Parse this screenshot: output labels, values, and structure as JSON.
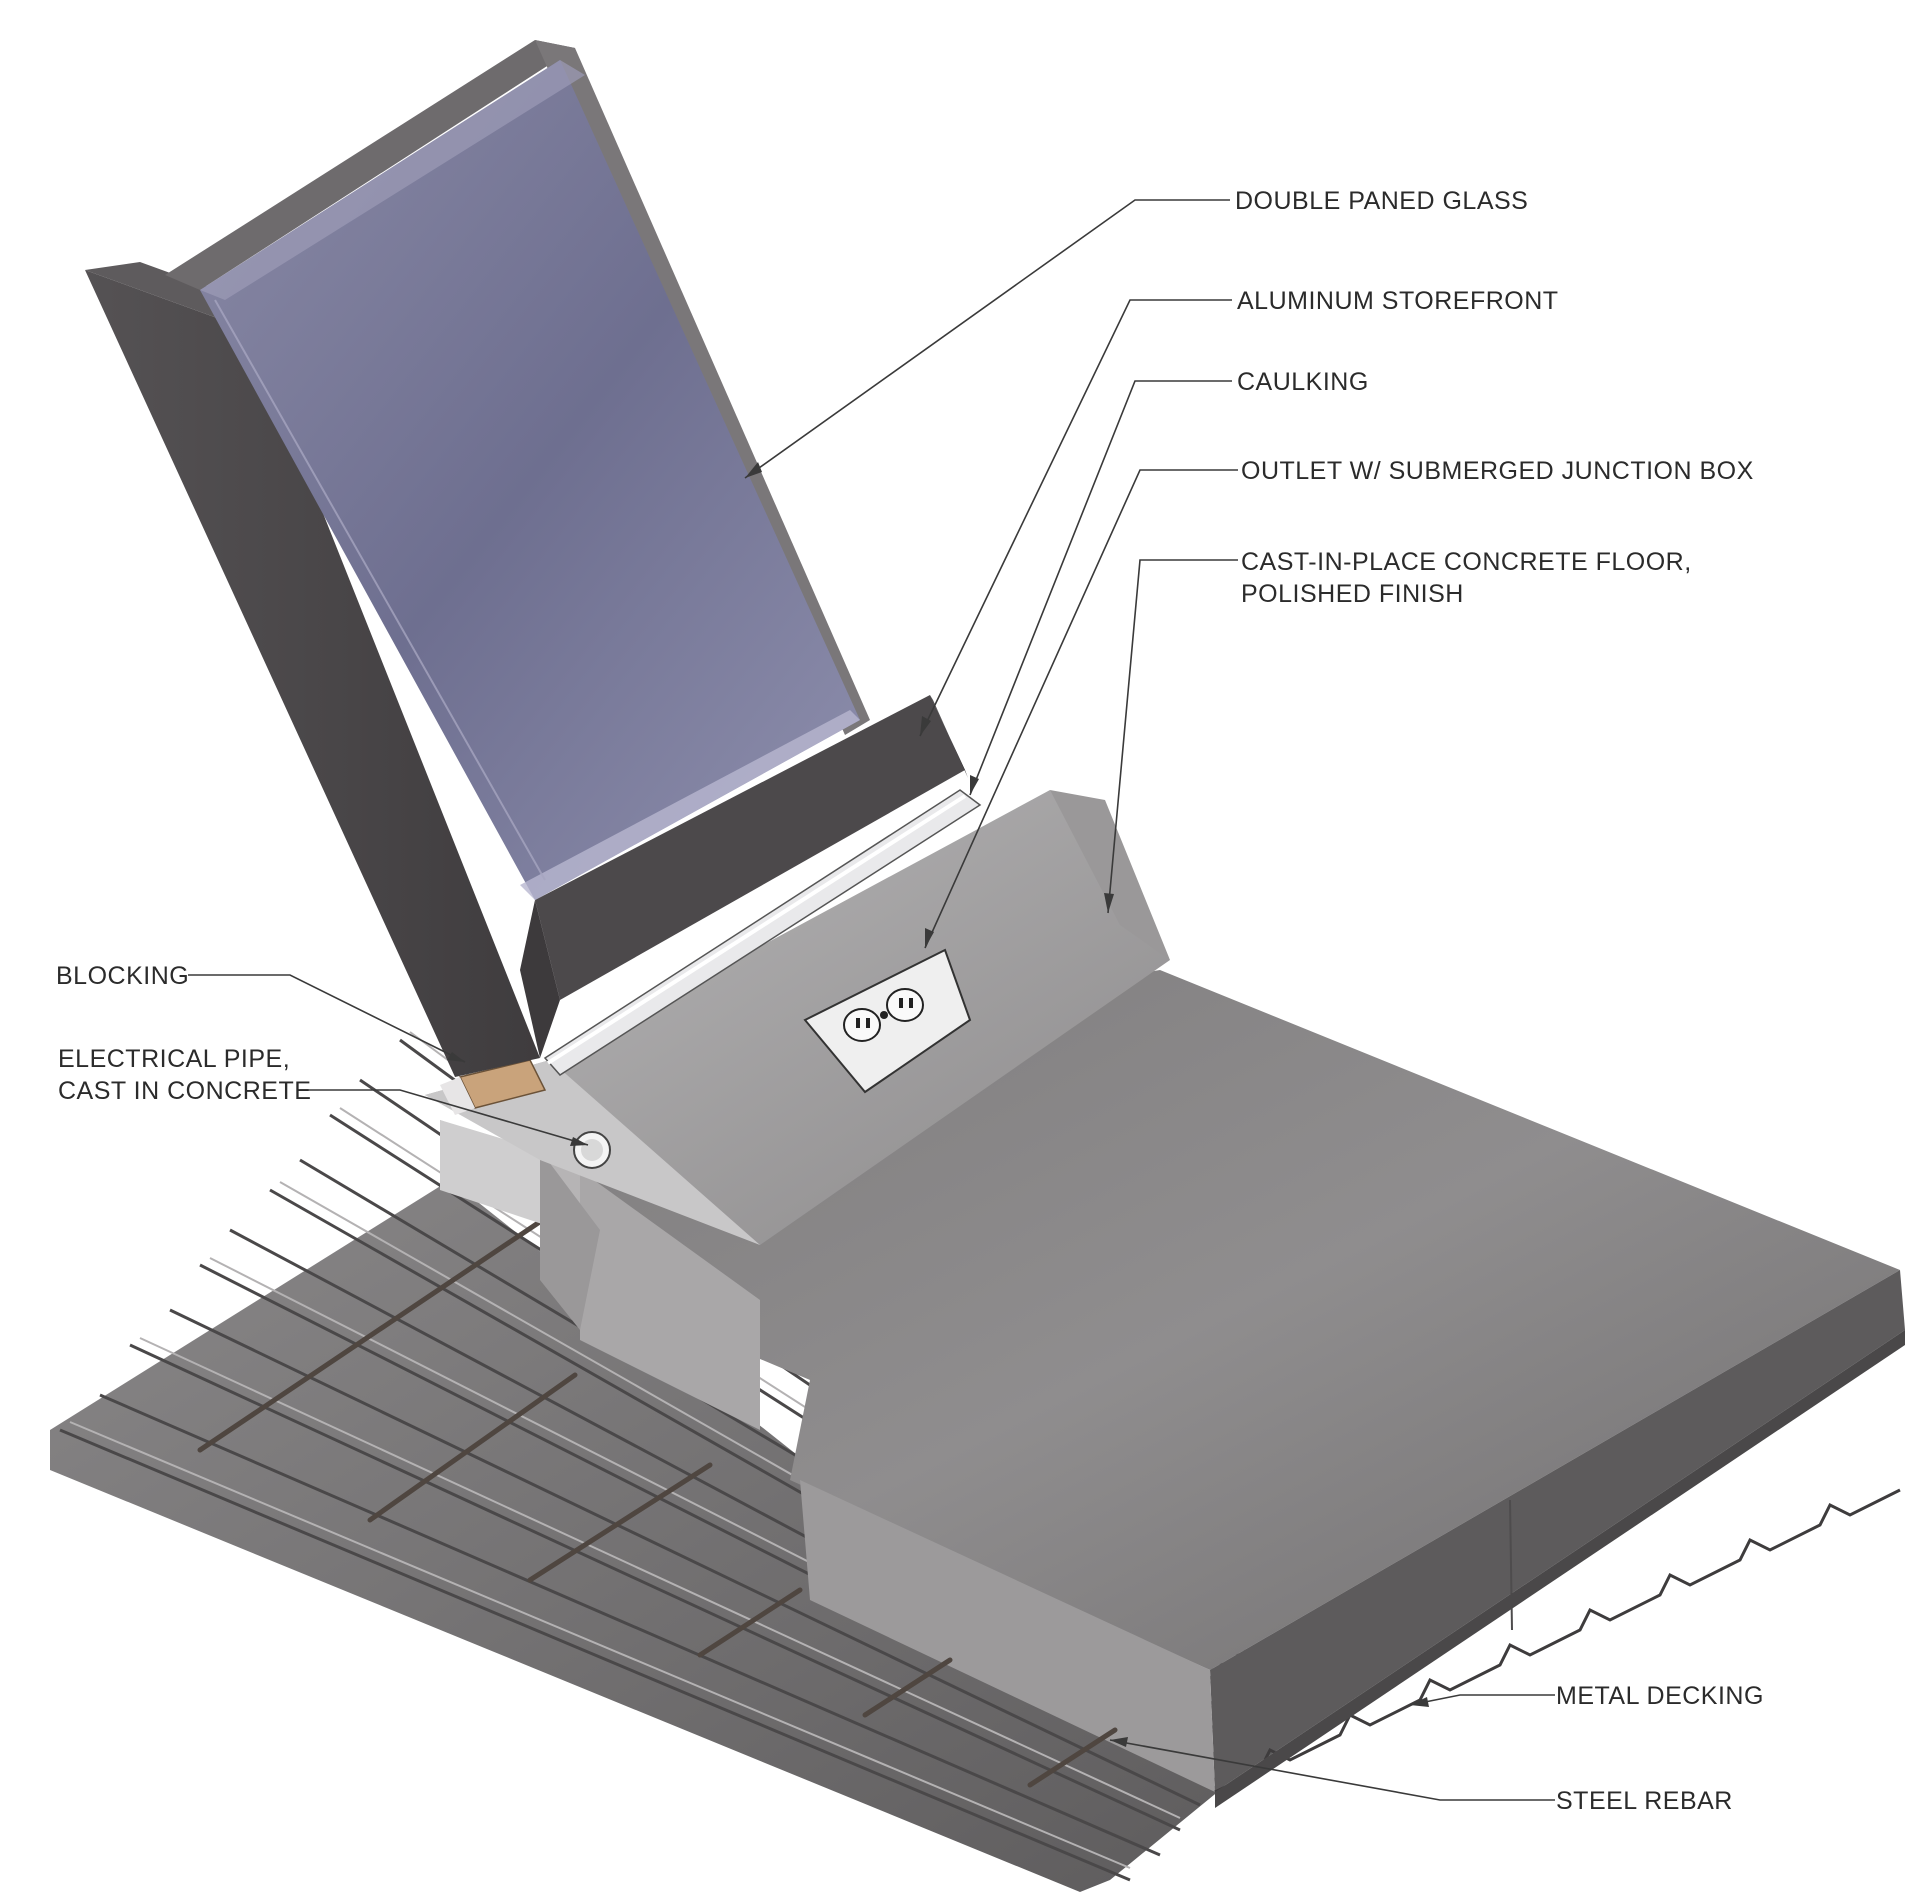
{
  "diagram": {
    "labels": {
      "double_paned_glass": "DOUBLE PANED GLASS",
      "aluminum_storefront": "ALUMINUM STOREFRONT",
      "caulking": "CAULKING",
      "outlet": "OUTLET W/ SUBMERGED JUNCTION BOX",
      "concrete_floor_line1": "CAST-IN-PLACE CONCRETE FLOOR,",
      "concrete_floor_line2": "POLISHED FINISH",
      "blocking": "BLOCKING",
      "electrical_pipe_line1": "ELECTRICAL PIPE,",
      "electrical_pipe_line2": "CAST IN CONCRETE",
      "metal_decking": "METAL DECKING",
      "steel_rebar": "STEEL REBAR"
    },
    "colors": {
      "glass": "#7c7d9c",
      "frame": "#4e4b4d",
      "concrete": "#8d8b8c",
      "decking": "#6f6d6e",
      "blocking": "#c7a27a",
      "rebar": "#5a5048",
      "caulking": "#e8e8ea"
    }
  }
}
